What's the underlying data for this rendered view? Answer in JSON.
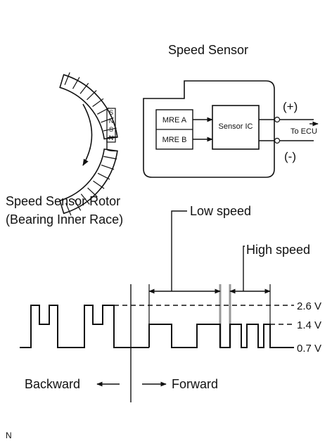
{
  "sensor": {
    "title": "Speed Sensor",
    "mre_a": "MRE A",
    "mre_b": "MRE B",
    "ic": "Sensor IC",
    "plus": "(+)",
    "minus": "(-)",
    "to_ecu": "To ECU"
  },
  "rotor": {
    "label_line1": "Speed Sensor Rotor",
    "label_line2": "(Bearing Inner Race)",
    "poles": [
      "S",
      "N",
      "S",
      "N"
    ]
  },
  "waveform": {
    "low_speed": "Low speed",
    "high_speed": "High speed",
    "level_high": "2.6 V",
    "level_mid": "1.4 V",
    "level_low": "0.7 V",
    "backward": "Backward",
    "forward": "Forward"
  },
  "footer": {
    "code": "N"
  }
}
